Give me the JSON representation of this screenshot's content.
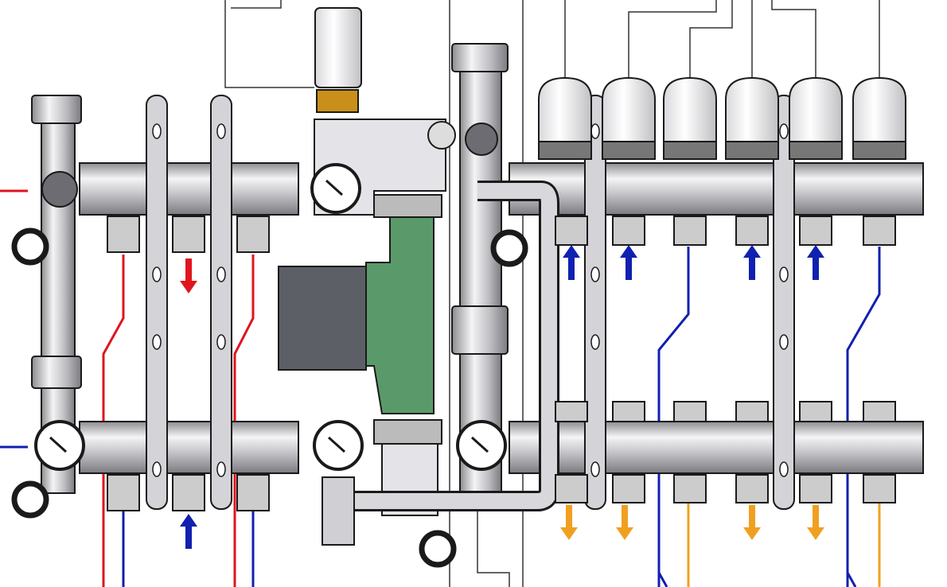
{
  "diagram": {
    "colors": {
      "background": "#ffffff",
      "supply_hot": "#e0141e",
      "return_cold": "#1020b0",
      "return_warm": "#f0a020",
      "pump": "#5a9a6a",
      "pump_motor": "#5c6066",
      "metal": "#c8c8cc",
      "outline": "#1a1a1a",
      "brass": "#c8901a"
    },
    "actuators": 6,
    "flow_arrows": {
      "left_supply": "down",
      "left_return": "up",
      "right_supply": "up",
      "right_return": "down"
    }
  }
}
